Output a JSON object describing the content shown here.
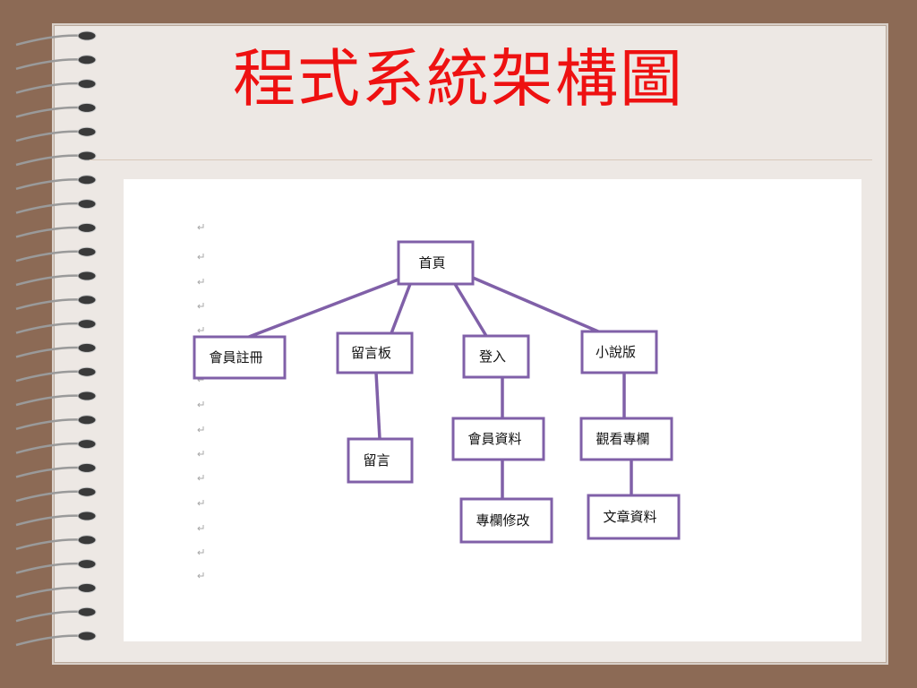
{
  "slide": {
    "title": "程式系統架構圖"
  },
  "diagram": {
    "nodes": [
      {
        "id": "home",
        "label": "首頁"
      },
      {
        "id": "register",
        "label": "會員註冊"
      },
      {
        "id": "board",
        "label": "留言板"
      },
      {
        "id": "login",
        "label": "登入"
      },
      {
        "id": "novel",
        "label": "小說版"
      },
      {
        "id": "message",
        "label": "留言"
      },
      {
        "id": "member-data",
        "label": "會員資料"
      },
      {
        "id": "view-column",
        "label": "觀看專欄"
      },
      {
        "id": "edit-column",
        "label": "專欄修改"
      },
      {
        "id": "article-data",
        "label": "文章資料"
      }
    ],
    "edges": [
      [
        "home",
        "register"
      ],
      [
        "home",
        "board"
      ],
      [
        "home",
        "login"
      ],
      [
        "home",
        "novel"
      ],
      [
        "board",
        "message"
      ],
      [
        "login",
        "member-data"
      ],
      [
        "member-data",
        "edit-column"
      ],
      [
        "novel",
        "view-column"
      ],
      [
        "view-column",
        "article-data"
      ]
    ]
  },
  "colors": {
    "title": "#ee1111",
    "node_border": "#8060a8",
    "background": "#8c6a55"
  }
}
